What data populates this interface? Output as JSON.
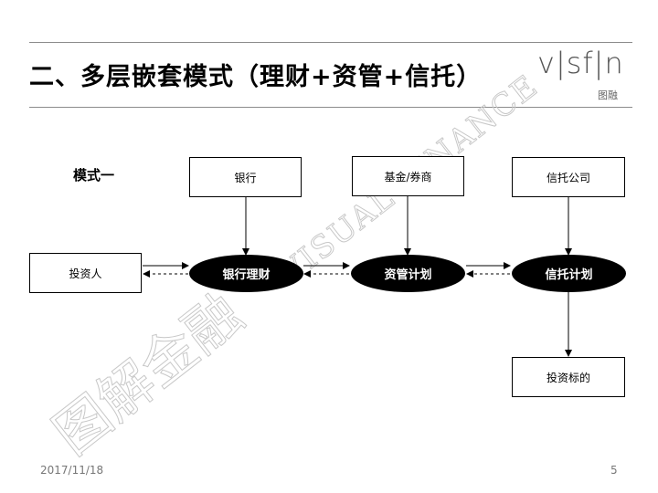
{
  "header": {
    "title": "二、多层嵌套模式（理财+资管+信托）",
    "logo_text": "v|sf|n",
    "logo_sub": "图融"
  },
  "diagram": {
    "mode_label": "模式一",
    "nodes": {
      "bank": "银行",
      "fund": "基金/券商",
      "trust_company": "信托公司",
      "investor": "投资人",
      "bank_wealth": "银行理财",
      "asset_mgmt_plan": "资管计划",
      "trust_plan": "信托计划",
      "investment_target": "投资标的"
    }
  },
  "watermark": {
    "cn": "图解金融",
    "en": "VISUAL FINANCE"
  },
  "footer": {
    "date": "2017/11/18",
    "page": "5"
  }
}
